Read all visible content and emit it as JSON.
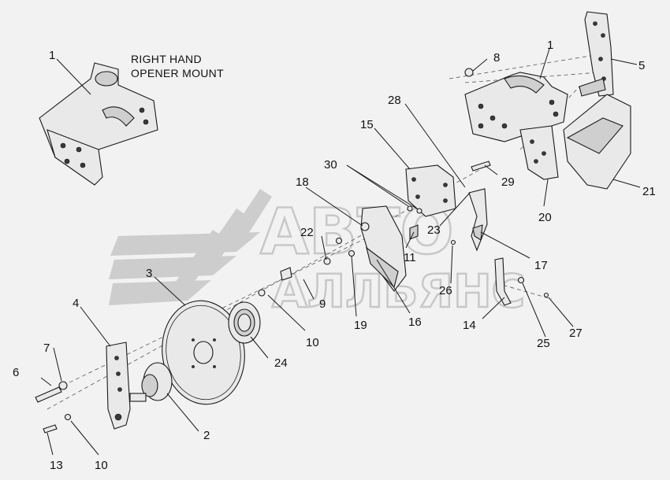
{
  "caption": {
    "line1": "RIGHT HAND",
    "line2": "OPENER MOUNT"
  },
  "watermark": {
    "line1": "АВТО",
    "line2": "АЛЛЬЯНС"
  },
  "callouts": {
    "c1_left": "1",
    "c1_right": "1",
    "c2": "2",
    "c3": "3",
    "c4": "4",
    "c5": "5",
    "c6": "6",
    "c7": "7",
    "c8": "8",
    "c9": "9",
    "c10_a": "10",
    "c10_b": "10",
    "c11": "11",
    "c13": "13",
    "c14": "14",
    "c15": "15",
    "c16": "16",
    "c17": "17",
    "c18": "18",
    "c19": "19",
    "c20": "20",
    "c21": "21",
    "c22": "22",
    "c23": "23",
    "c24": "24",
    "c25": "25",
    "c26": "26",
    "c27": "27",
    "c28": "28",
    "c29": "29",
    "c30": "30"
  }
}
